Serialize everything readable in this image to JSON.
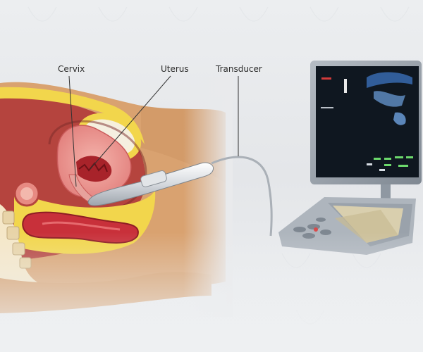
{
  "labels": {
    "cervix": "Cervix",
    "uterus": "Uterus",
    "transducer": "Transducer"
  },
  "colors": {
    "background": "#e9eaec",
    "skin": "#d9a270",
    "fat_yellow": "#f2d64c",
    "uterus_pink": "#e8928f",
    "bowel_red": "#c8303a",
    "monitor_frame": "#9aa3ad",
    "screen": "#101820"
  },
  "icons": [
    "ultrasound-monitor-icon",
    "transducer-probe-icon",
    "ultrasound-console-icon"
  ]
}
